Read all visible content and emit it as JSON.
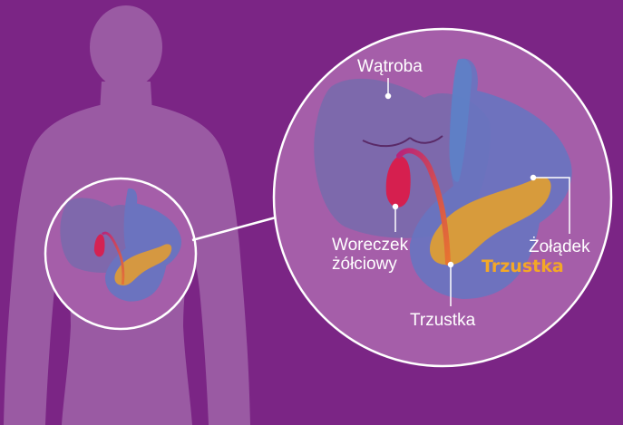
{
  "labels": {
    "liver": "Wątroba",
    "gallbladder_line1": "Woreczek",
    "gallbladder_line2": "żółciowy",
    "stomach": "Żołądek",
    "pancreas": "Trzustka",
    "pancreas_highlight": "Trzustka"
  },
  "colors": {
    "background": "#7b2585",
    "body_silhouette": "#9a5aa3",
    "magnifier_fill": "#a55ea9",
    "liver": "#7d69ac",
    "stomach": "#6874c0",
    "gallbladder": "#d61f4f",
    "pancreas": "#d79b3c",
    "pancreas_label": "#f3a827",
    "outline": "#ffffff"
  }
}
